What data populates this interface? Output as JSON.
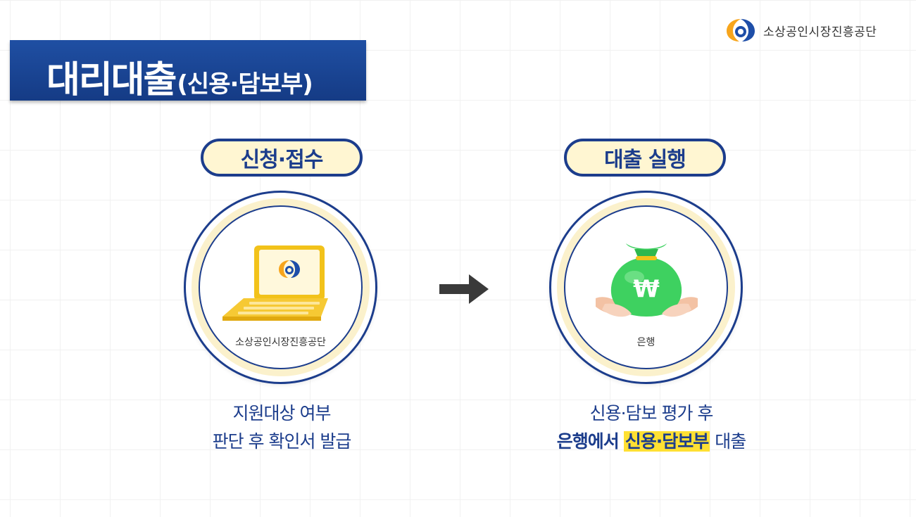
{
  "brand": {
    "name": "소상공인시장진흥공단",
    "colors": {
      "orange": "#f7a51c",
      "blue": "#1e4ea8"
    }
  },
  "title": {
    "main": "대리대출",
    "sub": "(신용·담보부)"
  },
  "steps": [
    {
      "label": "신청·접수",
      "icon": "laptop-icon",
      "caption": "소상공인시장진흥공단",
      "description": [
        "지원대상 여부",
        "판단 후 확인서 발급"
      ]
    },
    {
      "label": "대출 실행",
      "icon": "money-bag-icon",
      "caption": "은행",
      "description_line1": "신용·담보 평가 후",
      "description_line2": {
        "prefix": "은행에서",
        "highlight": "신용·담보부",
        "suffix": "대출"
      }
    }
  ],
  "arrow": "right-arrow-icon",
  "colors": {
    "navy": "#1c3d8c",
    "highlight": "#ffe033",
    "pill_bg": "#fff6d2"
  }
}
